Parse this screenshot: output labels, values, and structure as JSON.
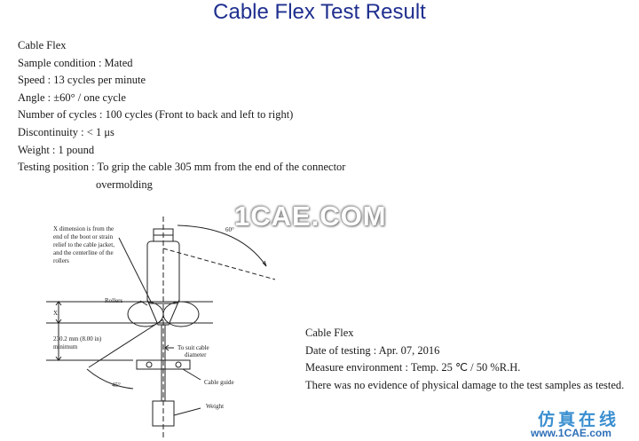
{
  "title": "Cable Flex Test Result",
  "spec": {
    "heading": "Cable Flex",
    "sample_condition": "Sample condition : Mated",
    "speed": "Speed : 13 cycles per minute",
    "angle": "Angle : ±60° / one cycle",
    "cycles": "Number of cycles : 100 cycles (Front to back and left to right)",
    "discontinuity": "Discontinuity : < 1 μs",
    "weight": "Weight : 1 pound",
    "testing_position_1": "Testing position : To grip the cable 305 mm from the end of the connector",
    "testing_position_2": "overmolding"
  },
  "watermark": "1CAE.COM",
  "diagram": {
    "note_1": "X dimension is from the",
    "note_2": "end of the boot or strain",
    "note_3": "relief to the cable jacket,",
    "note_4": "and the centerline of the",
    "note_5": "rollers",
    "rollers": "Rollers",
    "x_label": "X",
    "dim_1": "230.2 mm (8.00 in)",
    "dim_2": "minimum",
    "suit_1": "To suit cable",
    "suit_2": "diameter",
    "cable_guide": "Cable guide",
    "weight": "Weight",
    "angle_top": "60°",
    "angle_bottom": "45°"
  },
  "results": {
    "heading": "Cable Flex",
    "date": "Date of testing : Apr. 07, 2016",
    "environment": "Measure environment : Temp. 25 ℃ / 50 %R.H.",
    "conclusion": "There was no evidence of physical damage to the test samples as tested."
  },
  "logo": {
    "chinese": "仿真在线",
    "url": "www.1CAE.com"
  }
}
